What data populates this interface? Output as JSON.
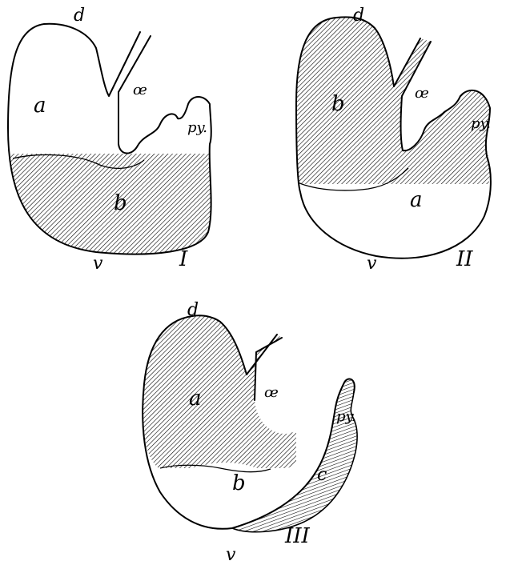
{
  "figure": {
    "panels": [
      {
        "numeral": "I",
        "labels": {
          "top": "d",
          "oesophagus": "œ",
          "pylorus": "py.",
          "upper_region": "a",
          "lower_region": "b",
          "bottom": "v"
        },
        "shaded_region": "b"
      },
      {
        "numeral": "II",
        "labels": {
          "top": "d",
          "oesophagus": "œ",
          "pylorus": "py.",
          "upper_region": "b",
          "lower_region": "a",
          "bottom": "v"
        },
        "shaded_region": "b"
      },
      {
        "numeral": "III",
        "labels": {
          "top": "d",
          "oesophagus": "œ",
          "pylorus": "py.",
          "upper_region": "a",
          "lower_region": "b",
          "extra_region": "c",
          "bottom": "v"
        },
        "shaded_region": "a"
      }
    ]
  },
  "colors": {
    "line": "#000000",
    "hatch": "#000000",
    "background": "#ffffff"
  }
}
